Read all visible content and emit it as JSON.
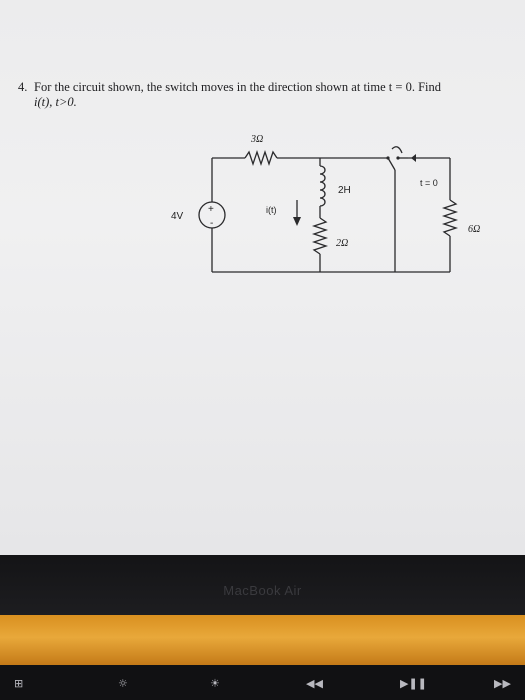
{
  "problem": {
    "number": "4.",
    "text": "For the circuit shown, the switch moves in the direction shown at time t = 0. Find",
    "tail": "i(t), t>0."
  },
  "circuit": {
    "source_label": "4V",
    "source_plus": "+",
    "source_minus": "-",
    "r_top_label": "3Ω",
    "inductor_label": "2H",
    "r_middle_label": "2Ω",
    "current_label": "i(t)",
    "switch_label": "t = 0",
    "r_right_label": "6Ω"
  },
  "device": {
    "brand": "MacBook Air"
  },
  "colors": {
    "wire": "#2a2a2c",
    "paper": "#ededee",
    "hinge": "#e3a032"
  }
}
